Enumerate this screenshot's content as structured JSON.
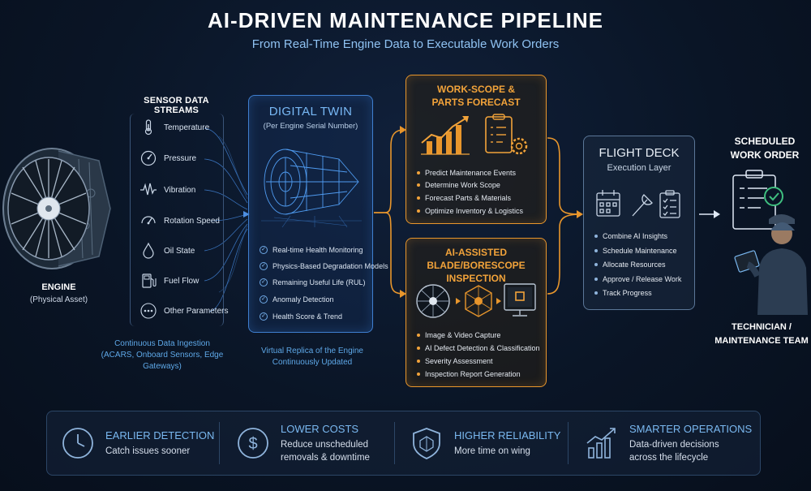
{
  "title": "AI-DRIVEN MAINTENANCE PIPELINE",
  "subtitle": "From Real-Time Engine Data to Executable Work Orders",
  "engine": {
    "label": "ENGINE",
    "sub": "(Physical Asset)",
    "icon": "turbofan-engine-icon"
  },
  "sensors": {
    "heading": "SENSOR DATA STREAMS",
    "items": [
      {
        "label": "Temperature",
        "icon": "thermometer-icon"
      },
      {
        "label": "Pressure",
        "icon": "pressure-gauge-icon"
      },
      {
        "label": "Vibration",
        "icon": "waveform-icon"
      },
      {
        "label": "Rotation Speed",
        "icon": "speedometer-icon"
      },
      {
        "label": "Oil State",
        "icon": "oil-drop-icon"
      },
      {
        "label": "Fuel Flow",
        "icon": "fuel-pump-icon"
      },
      {
        "label": "Other Parameters",
        "icon": "ellipsis-icon"
      }
    ],
    "caption_line1": "Continuous Data Ingestion",
    "caption_line2": "(ACARS, Onboard Sensors, Edge Gateways)"
  },
  "twin": {
    "title": "DIGITAL TWIN",
    "sub": "(Per Engine Serial Number)",
    "items": [
      "Real-time Health Monitoring",
      "Physics-Based Degradation Models",
      "Remaining Useful Life (RUL)",
      "Anomaly Detection",
      "Health Score & Trend"
    ],
    "caption_line1": "Virtual Replica of the Engine",
    "caption_line2": "Continuously Updated"
  },
  "work_scope": {
    "title_line1": "WORK-SCOPE &",
    "title_line2": "PARTS FORECAST",
    "items": [
      "Predict Maintenance Events",
      "Determine Work Scope",
      "Forecast Parts & Materials",
      "Optimize Inventory & Logistics"
    ]
  },
  "inspection": {
    "title_line1": "AI-ASSISTED",
    "title_line2": "BLADE/BORESCOPE INSPECTION",
    "items": [
      "Image & Video Capture",
      "AI Defect Detection & Classification",
      "Severity Assessment",
      "Inspection Report Generation"
    ]
  },
  "flight_deck": {
    "title": "FLIGHT DECK",
    "sub": "Execution Layer",
    "items": [
      "Combine AI Insights",
      "Schedule Maintenance",
      "Allocate Resources",
      "Approve / Release Work",
      "Track Progress"
    ]
  },
  "work_order": {
    "title_line1": "SCHEDULED",
    "title_line2": "WORK ORDER",
    "team_line1": "TECHNICIAN /",
    "team_line2": "MAINTENANCE TEAM"
  },
  "benefits": [
    {
      "title": "EARLIER DETECTION",
      "line1": "Catch issues sooner",
      "line2": "",
      "icon": "clock-icon"
    },
    {
      "title": "LOWER COSTS",
      "line1": "Reduce unscheduled",
      "line2": "removals & downtime",
      "icon": "dollar-icon"
    },
    {
      "title": "HIGHER RELIABILITY",
      "line1": "More time on wing",
      "line2": "",
      "icon": "shield-icon"
    },
    {
      "title": "SMARTER OPERATIONS",
      "line1": "Data-driven decisions",
      "line2": "across the lifecycle",
      "icon": "growth-chart-icon"
    }
  ],
  "colors": {
    "accent_blue": "#78b8f5",
    "accent_orange": "#f2a33a",
    "background": "#0a1526"
  }
}
